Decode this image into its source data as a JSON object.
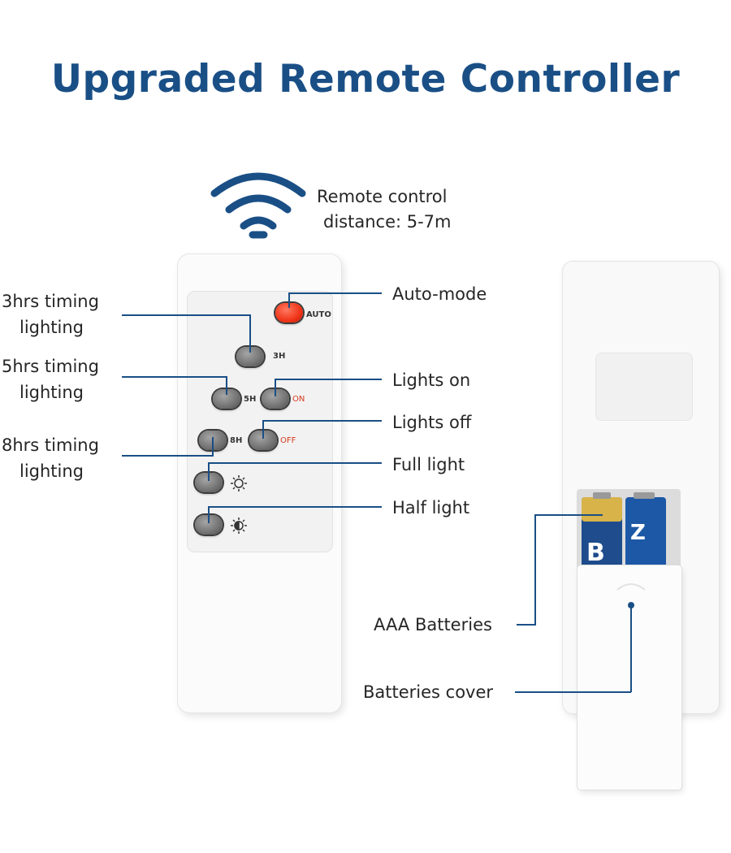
{
  "title": "Upgraded Remote Controller",
  "signal": {
    "icon": "wifi-signal-icon",
    "text_line1": "Remote control",
    "text_line2": "distance: 5-7m"
  },
  "callouts": {
    "left": [
      {
        "line1": "3hrs timing",
        "line2": "lighting"
      },
      {
        "line1": "5hrs timing",
        "line2": "lighting"
      },
      {
        "line1": "8hrs timing",
        "line2": "lighting"
      }
    ],
    "right": [
      {
        "label": "Auto-mode"
      },
      {
        "label": "Lights on"
      },
      {
        "label": "Lights off"
      },
      {
        "label": "Full light"
      },
      {
        "label": "Half light"
      }
    ],
    "back": [
      {
        "label": "AAA Batteries"
      },
      {
        "label": "Batteries cover"
      }
    ]
  },
  "buttons": {
    "auto": "AUTO",
    "h3": "3H",
    "h5": "5H",
    "on": "ON",
    "h8": "8H",
    "off": "OFF",
    "full_icon": "sun-outline-icon",
    "half_icon": "half-sun-icon"
  },
  "colors": {
    "title": "#1a4f86",
    "callout_line": "#1a4f86",
    "auto_button": "#f03418",
    "button": "#707070"
  }
}
